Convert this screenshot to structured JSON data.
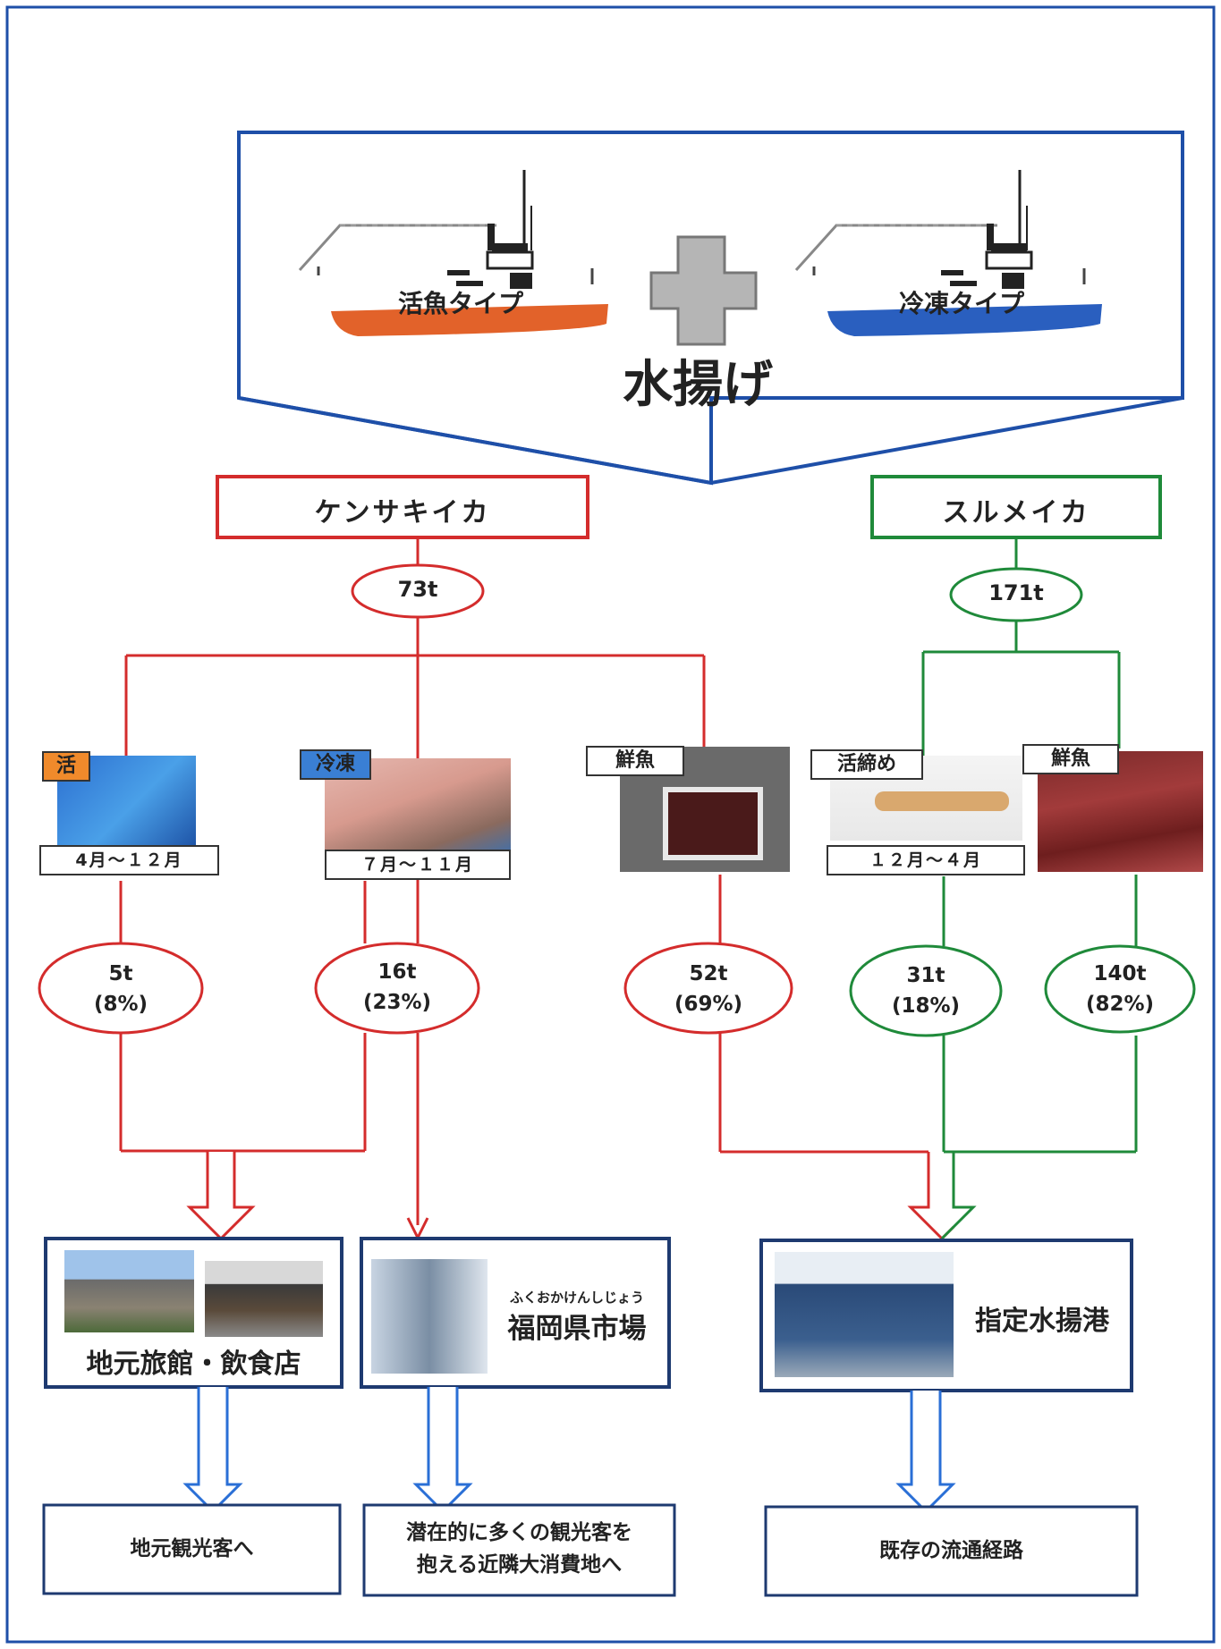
{
  "header": {
    "live_boat_label": "活魚タイプ",
    "frozen_boat_label": "冷凍タイプ",
    "landing_title": "水揚げ"
  },
  "species": {
    "kensaki": {
      "name": "ケンサキイカ",
      "total": "73t",
      "color": "#d42c2c"
    },
    "surume": {
      "name": "スルメイカ",
      "total": "171t",
      "color": "#1f8a3a"
    }
  },
  "branches": [
    {
      "tag": "活",
      "tag_color": "#f08a2b",
      "period": "4月～１２月",
      "amount": "5t",
      "share": "(8%)"
    },
    {
      "tag": "冷凍",
      "tag_color": "#3a7fd4",
      "period": "７月～１１月",
      "amount": "16t",
      "share": "(23%)"
    },
    {
      "tag": "鮮魚",
      "tag_color": "#ffffff",
      "period": "",
      "amount": "52t",
      "share": "(69%)"
    },
    {
      "tag": "活締め",
      "tag_color": "#ffffff",
      "period": "１２月～４月",
      "amount": "31t",
      "share": "(18%)"
    },
    {
      "tag": "鮮魚",
      "tag_color": "#ffffff",
      "period": "",
      "amount": "140t",
      "share": "(82%)"
    }
  ],
  "destinations": {
    "ryokan": "地元旅館・飲食店",
    "market_ruby": "ふくおかけんしじょう",
    "market": "福岡県市場",
    "port": "指定水揚港"
  },
  "outcomes": {
    "local_tourists": "地元観光客へ",
    "nearby_line1": "潜在的に多くの観光客を",
    "nearby_line2": "抱える近隣大消費地へ",
    "existing": "既存の流通経路"
  },
  "colors": {
    "frame": "#1e4fa8",
    "dest_border": "#1e3a70",
    "arrow_blue": "#2a6fd6"
  }
}
